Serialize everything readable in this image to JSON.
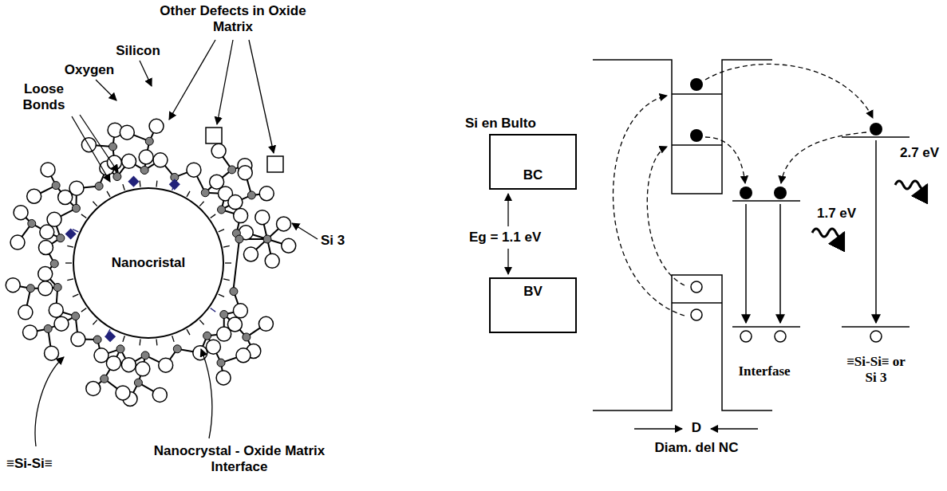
{
  "diagram": {
    "nodes": [
      {
        "text": [
          "Nanocristal"
        ]
      },
      {
        "text": [
          "BC"
        ]
      },
      {
        "text": [
          "BV"
        ]
      }
    ],
    "labels": [
      "Other Defects in Oxide Matrix",
      "Silicon",
      "Oxygen",
      "Loose Bonds",
      "Si 3",
      "≡Si-Si≡",
      "Nanocrystal - Oxide Matrix Interface",
      "Si en Bulto",
      "Eg = 1.1 eV",
      "1.7 eV",
      "2.7 eV",
      "Interfase",
      "≡Si-Si≡ or Si 3",
      "D",
      "Diam. del NC"
    ]
  }
}
